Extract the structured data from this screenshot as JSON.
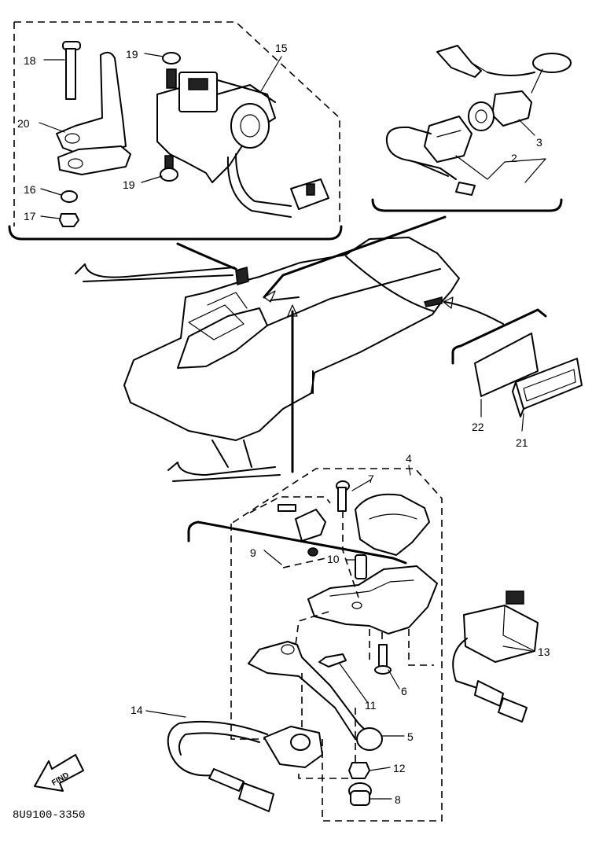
{
  "diagram": {
    "code": "8U9100-3350",
    "find_label": "FIND",
    "callouts": {
      "c2": "2",
      "c3": "3",
      "c4": "4",
      "c5": "5",
      "c6": "6",
      "c7": "7",
      "c8": "8",
      "c9": "9",
      "c10": "10",
      "c11": "11",
      "c12": "12",
      "c13": "13",
      "c14": "14",
      "c15": "15",
      "c16": "16",
      "c17": "17",
      "c18": "18",
      "c19a": "19",
      "c19b": "19",
      "c20": "20",
      "c21": "21",
      "c22": "22"
    },
    "colors": {
      "ink": "#000000",
      "paper": "#ffffff"
    }
  }
}
